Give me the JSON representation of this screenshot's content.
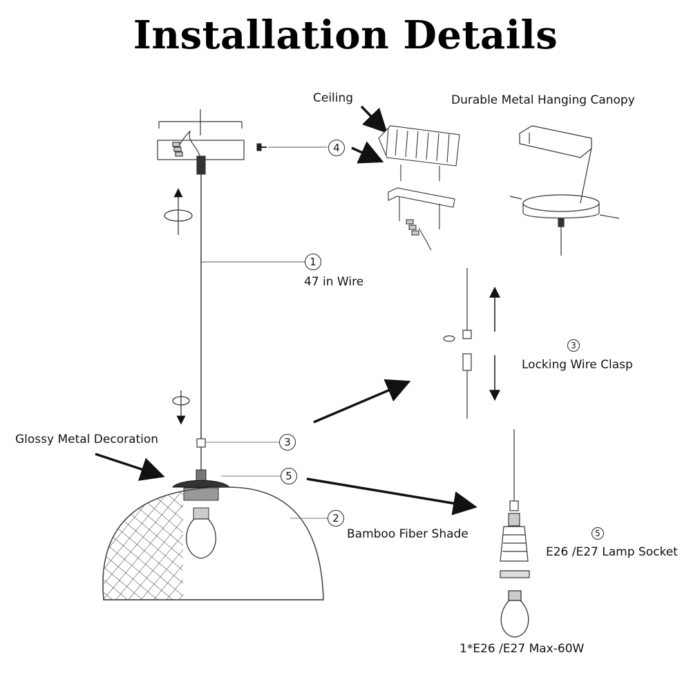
{
  "title": "Installation Details",
  "labels": {
    "ceiling": "Ceiling",
    "canopy": "Durable Metal Hanging Canopy",
    "wire": "47 in Wire",
    "clasp": "Locking Wire Clasp",
    "glossy": "Glossy Metal Decoration",
    "shade": "Bamboo Fiber Shade",
    "socket": "E26 /E27 Lamp Socket",
    "bulb": "1*E26 /E27 Max-60W"
  },
  "callouts": {
    "n1": "1",
    "n2": "2",
    "n3": "3",
    "n4": "4",
    "n5": "5"
  },
  "colors": {
    "ink": "#222222",
    "background": "#ffffff"
  },
  "icons": [
    "rotate-arrow-icon",
    "up-arrow-icon",
    "down-arrow-icon",
    "pointer-arrow-icon"
  ]
}
